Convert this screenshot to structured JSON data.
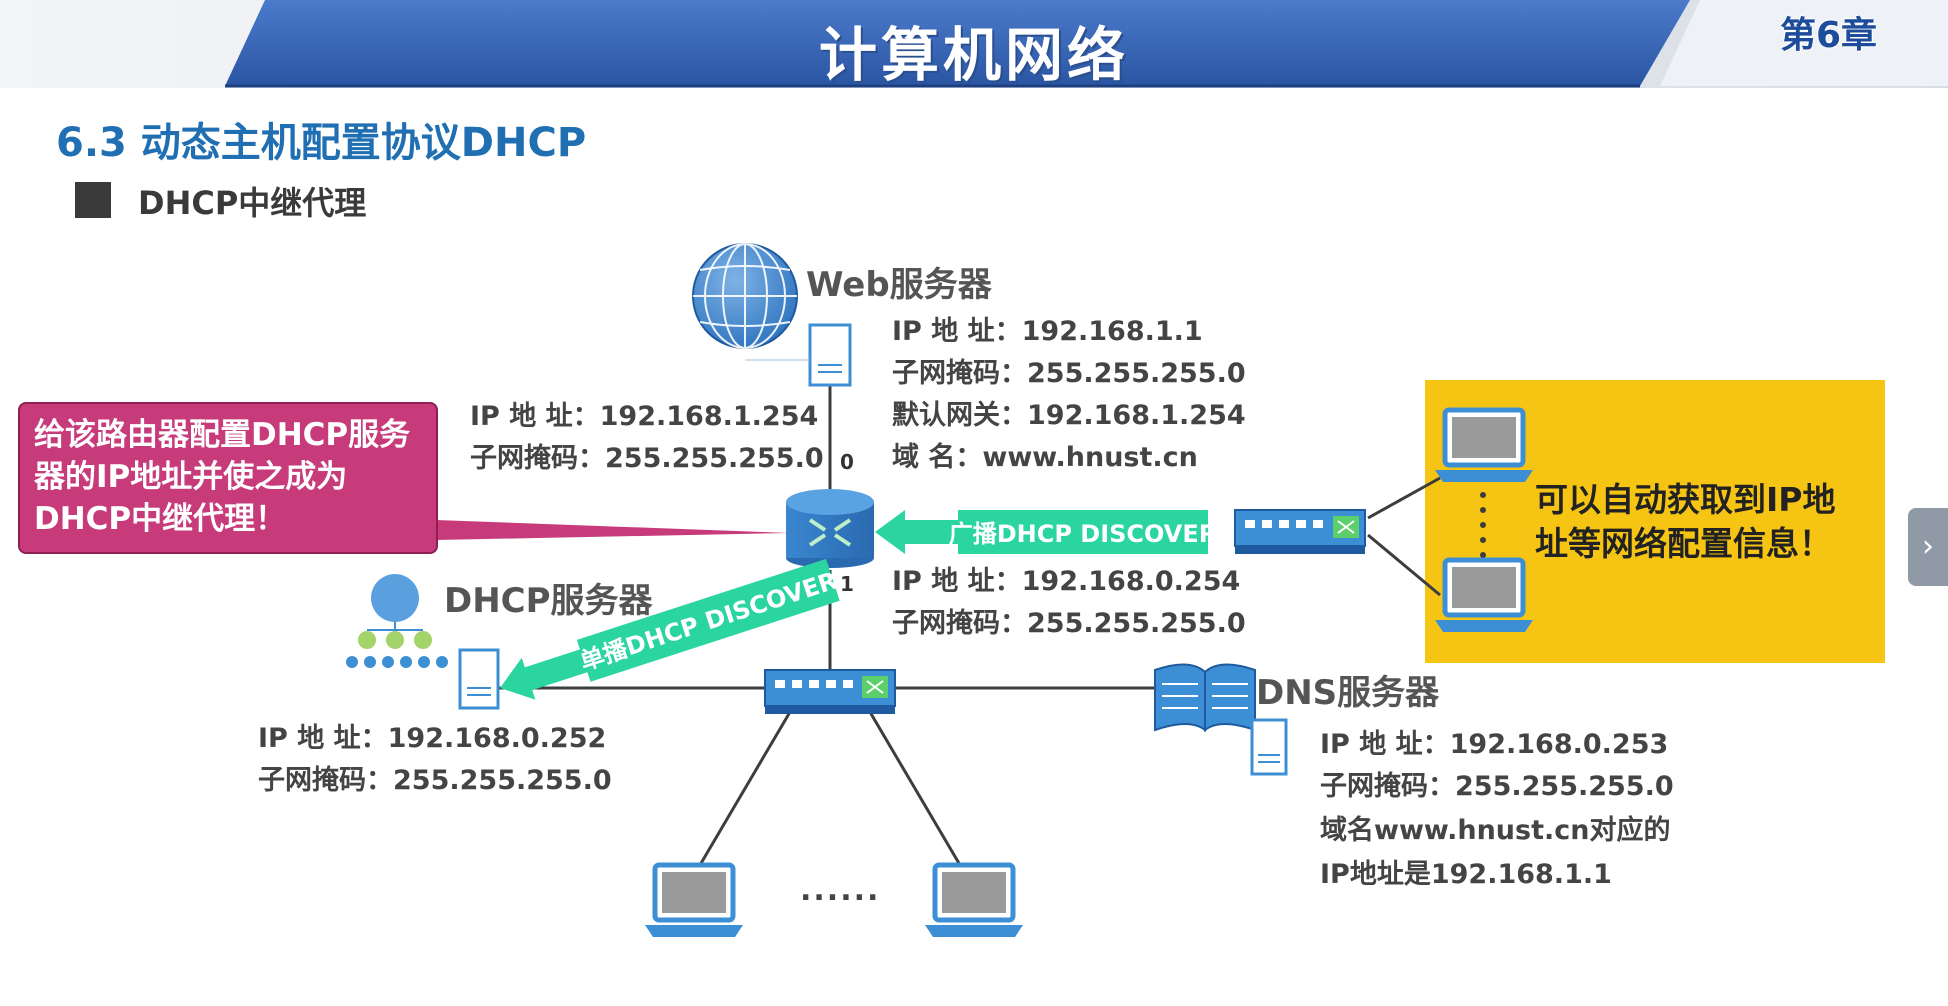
{
  "header": {
    "title": "计算机网络",
    "chapter": "第6章"
  },
  "section": {
    "title": "6.3 动态主机配置协议DHCP",
    "bullet": "DHCP中继代理"
  },
  "web_server": {
    "name": "Web服务器",
    "ip": "IP 地  址：192.168.1.1",
    "mask": "子网掩码：255.255.255.0",
    "gateway": "默认网关：192.168.1.254",
    "domain": "域      名：www.hnust.cn"
  },
  "router": {
    "iface0_ip": "IP 地  址：192.168.1.254",
    "iface0_mask": "子网掩码：255.255.255.0",
    "iface1_ip": "IP 地  址：192.168.0.254",
    "iface1_mask": "子网掩码：255.255.255.0",
    "port0": "0",
    "port1": "1"
  },
  "dhcp_server": {
    "name": "DHCP服务器",
    "ip": "IP 地  址：192.168.0.252",
    "mask": "子网掩码：255.255.255.0"
  },
  "dns_server": {
    "name": "DNS服务器",
    "ip": "IP 地  址：192.168.0.253",
    "mask": "子网掩码：255.255.255.0",
    "note1": "域名www.hnust.cn对应的",
    "note2": "IP地址是192.168.1.1"
  },
  "messages": {
    "broadcast": "广播DHCP DISCOVER",
    "unicast": "单播DHCP DISCOVER"
  },
  "callout": {
    "text": "给该路由器配置DHCP服务器的IP地址并使之成为DHCP中继代理！"
  },
  "auto_note": {
    "text": "可以自动获取到IP地址等网络配置信息！"
  },
  "ellipsis": "......",
  "colors": {
    "banner": "#2f5fb0",
    "title": "#1f6fb2",
    "callout": "#c73b7a",
    "yellow": "#f6c514",
    "arrow": "#2ad5a0",
    "device": "#3c8fd4"
  }
}
